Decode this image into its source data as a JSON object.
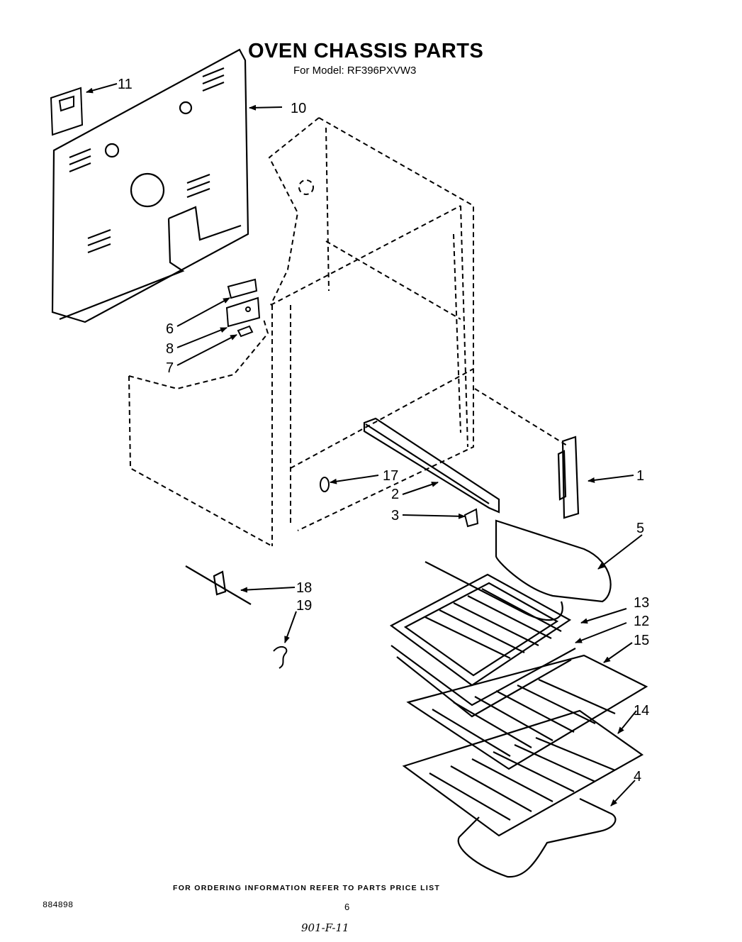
{
  "header": {
    "title": "OVEN CHASSIS PARTS",
    "subtitle": "For Model: RF396PXVW3"
  },
  "callouts": [
    "11",
    "10",
    "6",
    "8",
    "7",
    "17",
    "2",
    "3",
    "1",
    "5",
    "18",
    "19",
    "13",
    "12",
    "15",
    "14",
    "4"
  ],
  "footer": {
    "ordering_note": "FOR ORDERING INFORMATION REFER TO PARTS PRICE LIST",
    "code": "884898",
    "page_number": "6",
    "handwritten_note": "901-F-11"
  }
}
